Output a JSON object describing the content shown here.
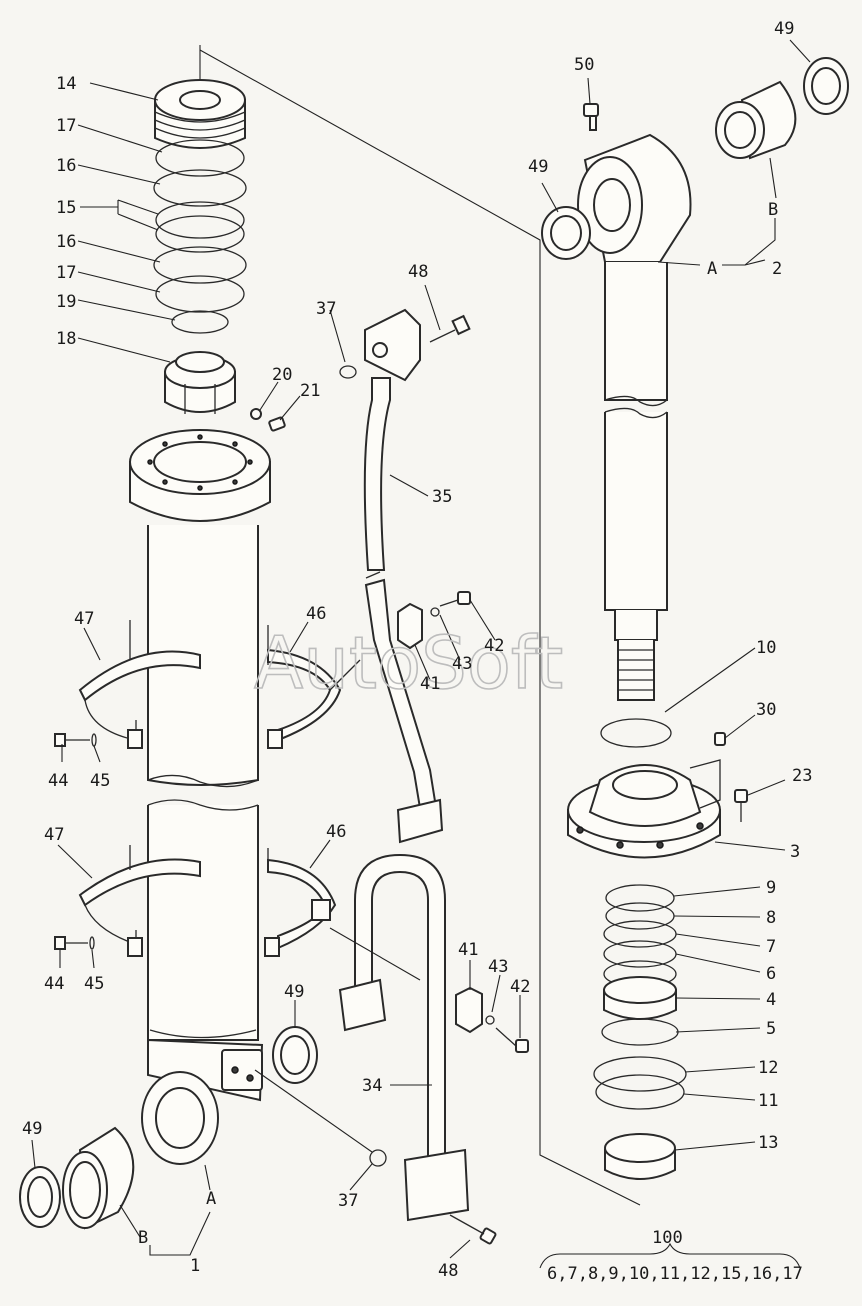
{
  "watermark": "AutoSoft",
  "callouts": {
    "c14": "14",
    "c17a": "17",
    "c16a": "16",
    "c15": "15",
    "c16b": "16",
    "c17b": "17",
    "c19": "19",
    "c18": "18",
    "c20": "20",
    "c21": "21",
    "c47a": "47",
    "c46a": "46",
    "c44a": "44",
    "c45a": "45",
    "c47b": "47",
    "c46b": "46",
    "c44b": "44",
    "c45b": "45",
    "c49a": "49",
    "c49b": "49",
    "c37b": "37",
    "c48b": "48",
    "cAleft": "A",
    "cBleft": "B",
    "c1": "1",
    "c37a": "37",
    "c48a": "48",
    "c35": "35",
    "c42a": "42",
    "c43a": "43",
    "c41a": "41",
    "c41b": "41",
    "c43b": "43",
    "c42b": "42",
    "c34": "34",
    "c49c": "49",
    "c50": "50",
    "c49d": "49",
    "cBright": "B",
    "cAright": "A",
    "c2": "2",
    "c10": "10",
    "c30": "30",
    "c23": "23",
    "c3": "3",
    "c9": "9",
    "c8": "8",
    "c7": "7",
    "c6": "6",
    "c4": "4",
    "c5": "5",
    "c12": "12",
    "c11": "11",
    "c13": "13",
    "c100": "100",
    "kit": "6,7,8,9,10,11,12,15,16,17"
  }
}
